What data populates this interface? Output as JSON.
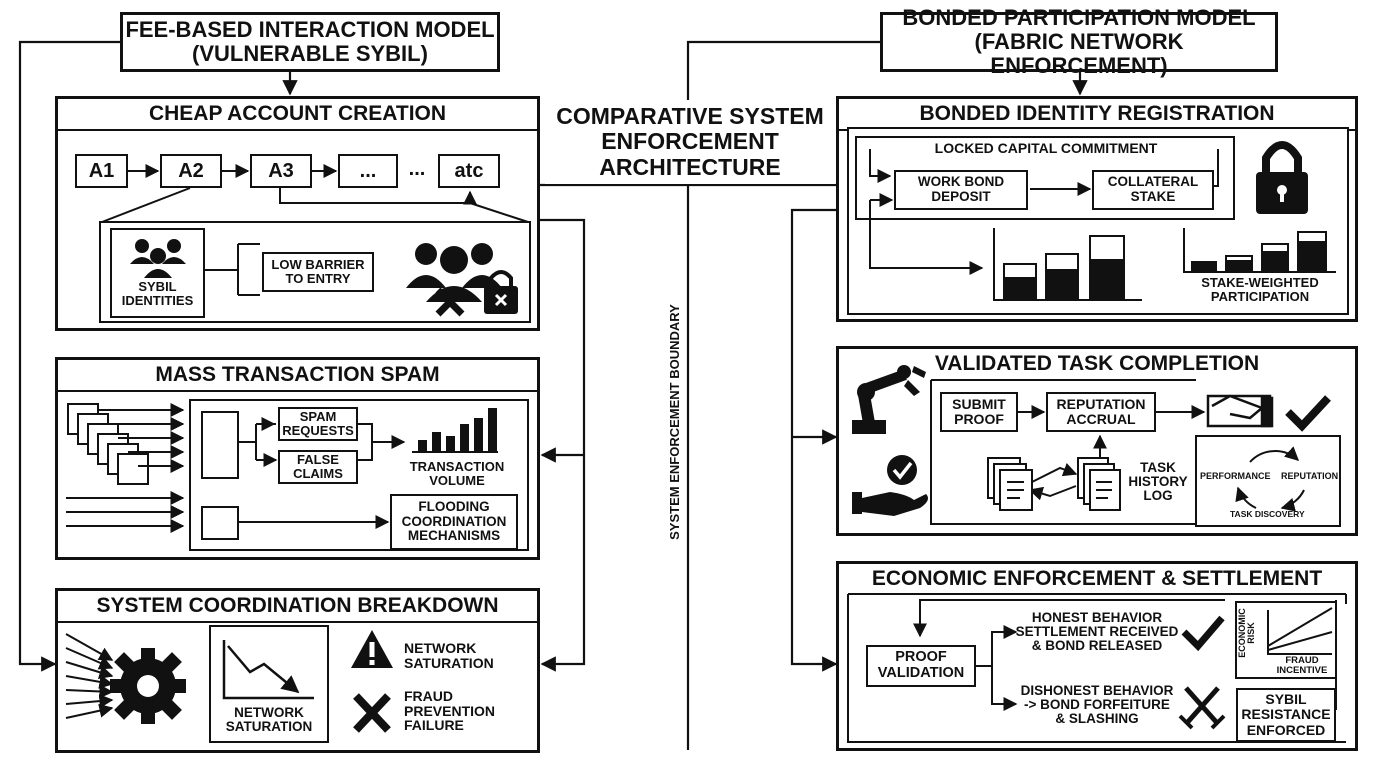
{
  "left_model": {
    "title_line1": "FEE-BASED INTERACTION MODEL",
    "title_line2": "(VULNERABLE SYBIL)"
  },
  "right_model": {
    "title_line1": "BONDED PARTICIPATION MODEL",
    "title_line2": "(FABRIC NETWORK ENFORCEMENT)"
  },
  "center": {
    "title_line1": "COMPARATIVE SYSTEM",
    "title_line2": "ENFORCEMENT",
    "title_line3": "ARCHITECTURE",
    "boundary_label": "SYSTEM ENFORCEMENT BOUNDARY"
  },
  "cheap_account": {
    "title": "CHEAP ACCOUNT CREATION",
    "accounts": [
      "A1",
      "A2",
      "A3",
      "...",
      "atc"
    ],
    "ellipsis": "...",
    "sybil_line1": "SYBIL",
    "sybil_line2": "IDENTITIES",
    "barrier_line1": "LOW BARRIER",
    "barrier_line2": "TO ENTRY"
  },
  "mass_spam": {
    "title": "MASS TRANSACTION SPAM",
    "spam_line1": "SPAM",
    "spam_line2": "REQUESTS",
    "false_line1": "FALSE",
    "false_line2": "CLAIMS",
    "volume_line1": "TRANSACTION",
    "volume_line2": "VOLUME",
    "flood_line1": "FLOODING",
    "flood_line2": "COORDINATION",
    "flood_line3": "MECHANISMS"
  },
  "breakdown": {
    "title": "SYSTEM COORDINATION BREAKDOWN",
    "chart_line1": "NETWORK",
    "chart_line2": "SATURATION",
    "warn_line1": "NETWORK",
    "warn_line2": "SATURATION",
    "fail_line1": "FRAUD",
    "fail_line2": "PREVENTION",
    "fail_line3": "FAILURE"
  },
  "bonded": {
    "title": "BONDED IDENTITY REGISTRATION",
    "locked": "LOCKED CAPITAL COMMITMENT",
    "work_line1": "WORK BOND",
    "work_line2": "DEPOSIT",
    "collat_line1": "COLLATERAL",
    "collat_line2": "STAKE",
    "stake_line1": "STAKE-WEIGHTED",
    "stake_line2": "PARTICIPATION"
  },
  "validated": {
    "title": "VALIDATED TASK COMPLETION",
    "submit_line1": "SUBMIT",
    "submit_line2": "PROOF",
    "rep_line1": "REPUTATION",
    "rep_line2": "ACCRUAL",
    "log_line1": "TASK",
    "log_line2": "HISTORY",
    "log_line3": "LOG",
    "cycle_performance": "PERFORMANCE",
    "cycle_reputation": "REPUTATION",
    "cycle_discovery": "TASK DISCOVERY"
  },
  "economic": {
    "title": "ECONOMIC ENFORCEMENT & SETTLEMENT",
    "proof_line1": "PROOF",
    "proof_line2": "VALIDATION",
    "honest_line1": "HONEST BEHAVIOR",
    "honest_line2": "SETTLEMENT RECEIVED",
    "honest_line3": "& BOND RELEASED",
    "dishonest_line1": "DISHONEST BEHAVIOR",
    "dishonest_line2": "-> BOND FORFEITURE",
    "dishonest_line3": "& SLASHING",
    "y_axis_line1": "ECONOMIC",
    "y_axis_line2": "RISK",
    "x_axis_line1": "FRAUD",
    "x_axis_line2": "INCENTIVE",
    "sybil_line1": "SYBIL",
    "sybil_line2": "RESISTANCE",
    "sybil_line3": "ENFORCED"
  }
}
